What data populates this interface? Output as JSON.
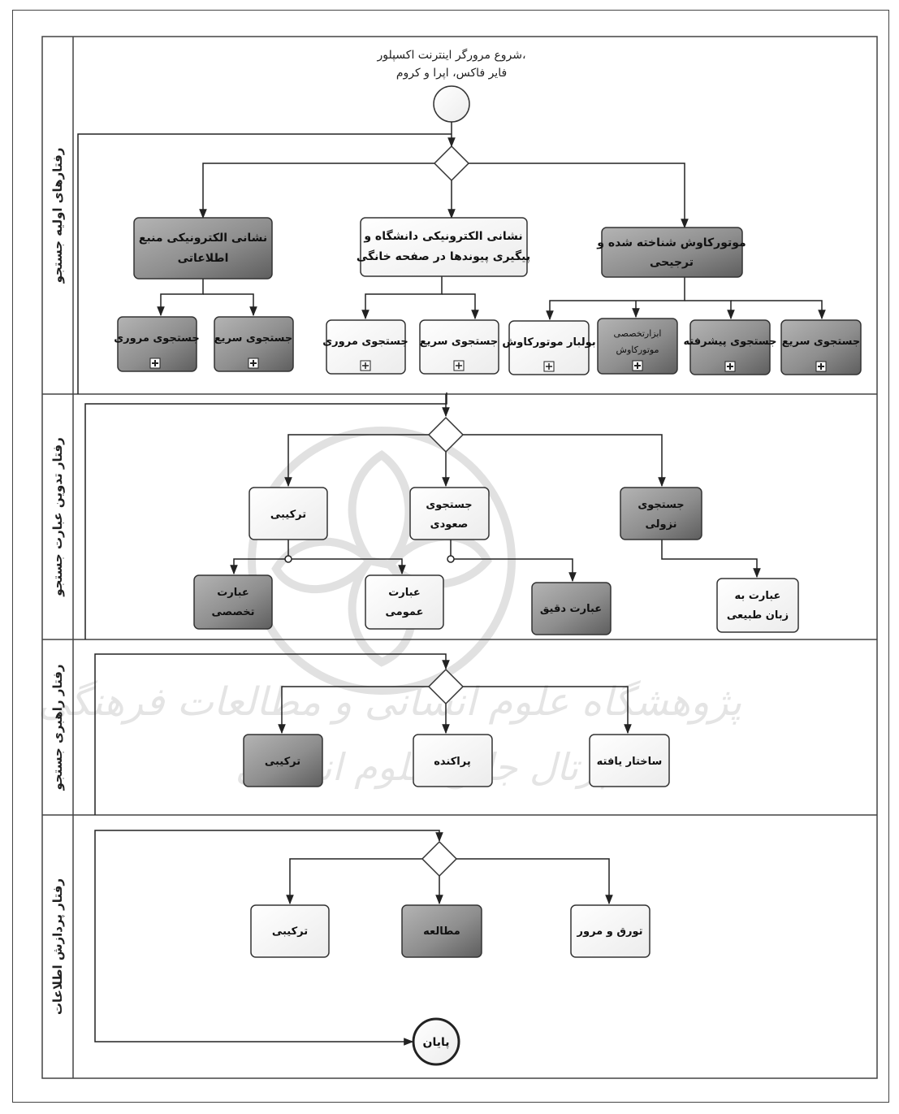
{
  "start_label": [
    "شروع مرورگر اینترنت اکسپلور،",
    "فایر فاکس، اپرا و کروم"
  ],
  "end_label": "پایان",
  "lanes": [
    {
      "label": "رفتارهای اولیه جستجو"
    },
    {
      "label": "رفتار تدوین عبارت جستجو"
    },
    {
      "label": "رفتار راهبری جستجو"
    },
    {
      "label": "رفتار پردازش اطلاعات"
    }
  ],
  "lane1": {
    "source_site": [
      "نشانی الکترونیکی منبع",
      "اطلاعاتی"
    ],
    "university_site": [
      "نشانی الکترونیکی دانشگاه و",
      "پیگیری پیوندها در صفحه خانگی"
    ],
    "search_engine": [
      "موتورکاوش شناخته شده و",
      "ترجیحی"
    ],
    "source_browse": "جستجوی مروری",
    "source_quick": "جستجوی سریع",
    "univ_browse": "جستجوی مروری",
    "univ_quick": "جستجوی سریع",
    "engine_boulevard": "بولبار موتورکاوش",
    "engine_special": [
      "ابزارتخصصی",
      "موتورکاوش"
    ],
    "engine_advanced": "جستجوی پیشرفته",
    "engine_quick": "جستجوی سریع"
  },
  "lane2": {
    "combined": "ترکیبی",
    "ascending": [
      "جستجوی",
      "صعودی"
    ],
    "descending": [
      "جستجوی",
      "نزولی"
    ],
    "specialized": [
      "عبارت",
      "تخصصی"
    ],
    "general": [
      "عبارت",
      "عمومی"
    ],
    "exact": "عبارت دقیق",
    "natural": [
      "عبارت به",
      "زبان طبیعی"
    ]
  },
  "lane3": {
    "combined": "ترکیبی",
    "scattered": "پراکنده",
    "structured": "ساختار یافته"
  },
  "lane4": {
    "combined": "ترکیبی",
    "reading": "مطالعه",
    "browsing": "تورق و مرور"
  },
  "watermark": [
    "پژوهشگاه علوم انسانی و مطالعات فرهنگی",
    "پرتال جامع علوم انسانی"
  ],
  "colors": {
    "dark_fill": "#8c8c8c",
    "light_fill": "#ffffff",
    "line": "#222222",
    "watermark": "#d6d6d6"
  }
}
